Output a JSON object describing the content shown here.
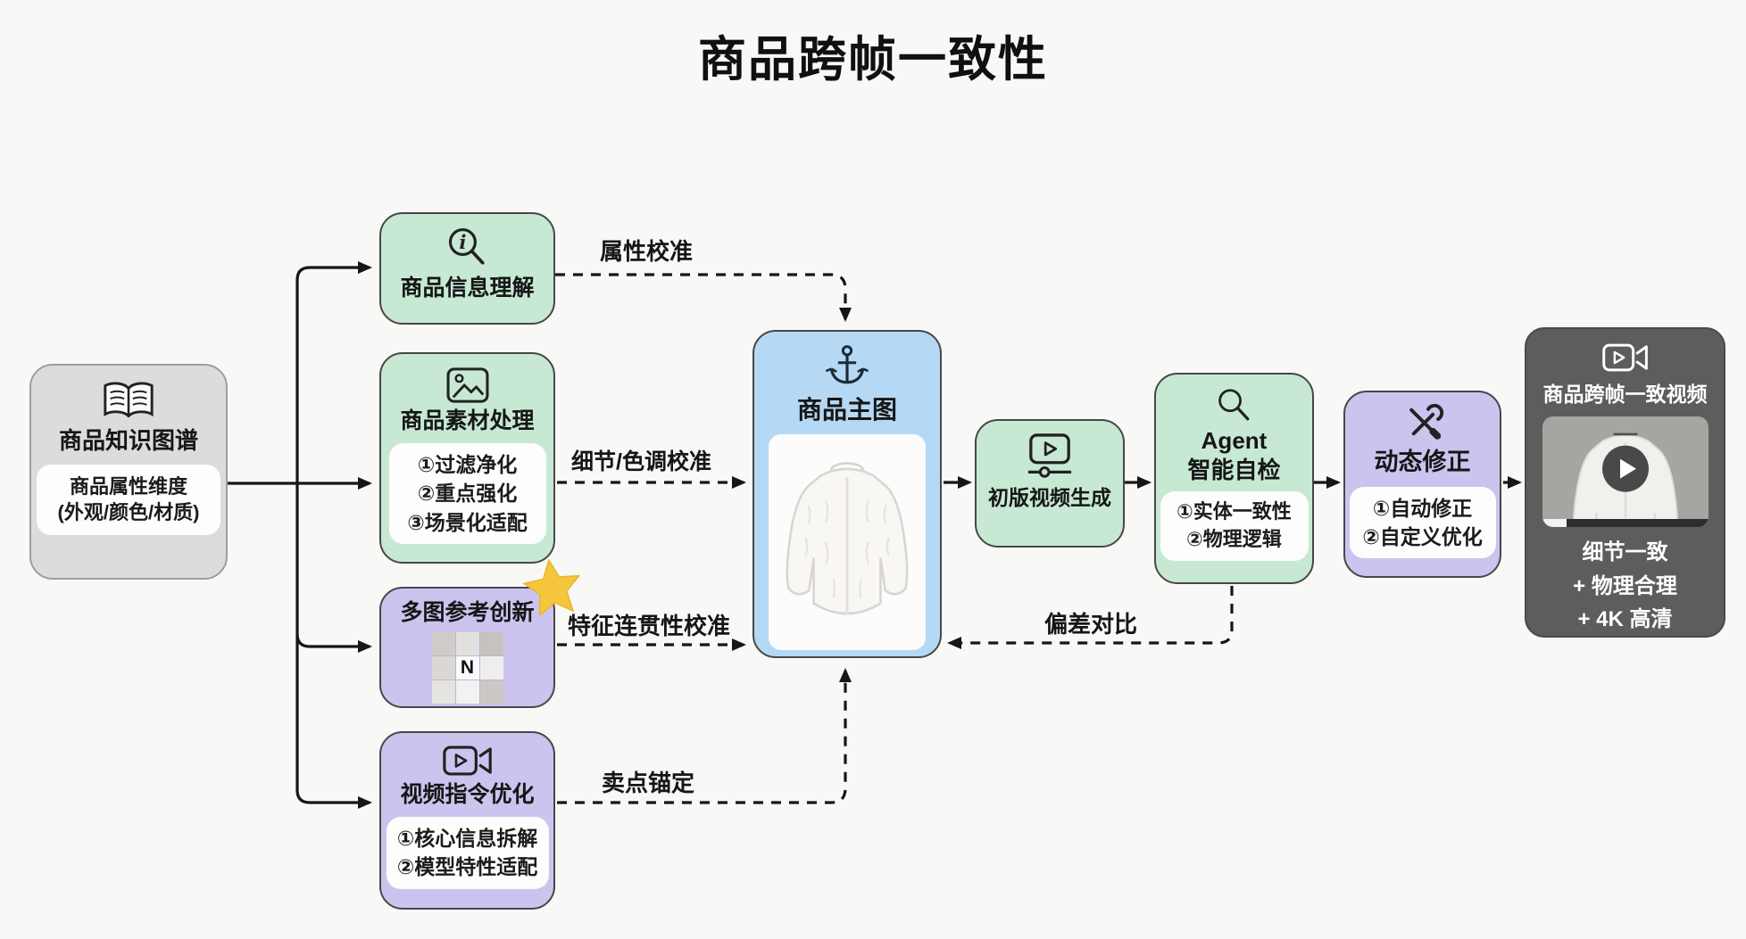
{
  "title": "商品跨帧一致性",
  "colors": {
    "background": "#f8f8f6",
    "green_node": "#c7e9d3",
    "purple_node": "#cdc3ef",
    "blue_node": "#b5d9f4",
    "gray_node": "#dcdcda",
    "dark_node": "#5d5d5d",
    "star": "#f5c63c",
    "connector": "#161616"
  },
  "nodes": {
    "knowledge": {
      "title": "商品知识图谱",
      "icon": "open-book-icon",
      "detail_line1": "商品属性维度",
      "detail_line2": "(外观/颜色/材质)"
    },
    "info": {
      "title": "商品信息理解",
      "icon": "magnifier-info-icon"
    },
    "material": {
      "title": "商品素材处理",
      "icon": "image-icon",
      "items": [
        "①过滤净化",
        "②重点强化",
        "③场景化适配"
      ]
    },
    "multiref": {
      "title": "多图参考创新",
      "icon": "image-grid",
      "grid_letter": "N",
      "badge": "star-icon"
    },
    "prompt": {
      "title": "视频指令优化",
      "icon": "video-camera-icon",
      "items": [
        "①核心信息拆解",
        "②模型特性适配"
      ]
    },
    "main_image": {
      "title": "商品主图",
      "icon": "anchor-icon",
      "image": "white-fur-jacket"
    },
    "draft": {
      "title": "初版视频生成",
      "icon": "video-player-icon"
    },
    "agent": {
      "title_line1": "Agent",
      "title_line2": "智能自检",
      "icon": "magnifier-icon",
      "items": [
        "①实体一致性",
        "②物理逻辑"
      ]
    },
    "fix": {
      "title": "动态修正",
      "icon": "tools-icon",
      "items": [
        "①自动修正",
        "②自定义优化"
      ]
    },
    "output": {
      "title": "商品跨帧一致视频",
      "icon": "video-camera-icon",
      "thumbnail": "jacket-video-preview",
      "features": [
        "细节一致",
        "+ 物理合理",
        "+ 4K 高清"
      ]
    }
  },
  "edges": {
    "attr_label": "属性校准",
    "detail_label": "细节/色调校准",
    "feature_label": "特征连贯性校准",
    "selling_label": "卖点锚定",
    "deviation_label": "偏差对比"
  }
}
